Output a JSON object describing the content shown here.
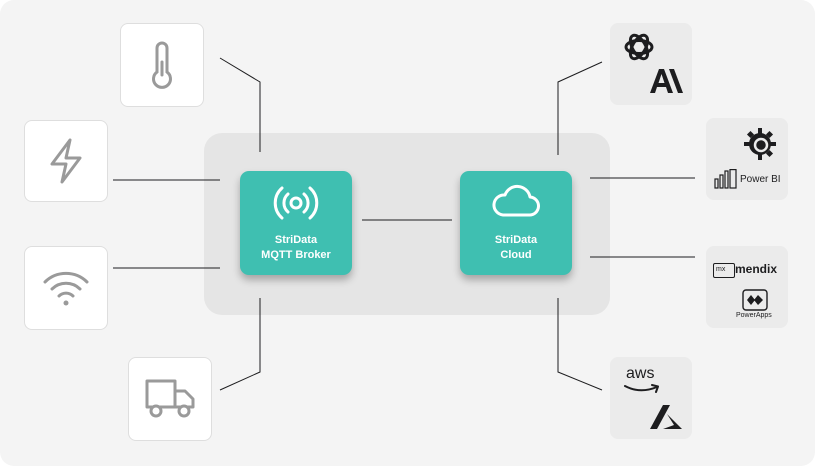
{
  "nodes": {
    "broker": {
      "line1": "StriData",
      "line2": "MQTT Broker"
    },
    "cloud": {
      "line1": "StriData",
      "line2": "Cloud"
    }
  },
  "devices": [
    {
      "icon": "thermometer-icon"
    },
    {
      "icon": "lightning-icon"
    },
    {
      "icon": "wifi-icon"
    },
    {
      "icon": "truck-icon"
    }
  ],
  "services": {
    "ai": {
      "icons": [
        "openai-logo",
        "anthropic-logo"
      ]
    },
    "analytics": {
      "icons": [
        "grafana-logo",
        "powerbi-logo"
      ],
      "powerbi_label": "Power BI"
    },
    "lowcode": {
      "icons": [
        "mendix-logo",
        "powerapps-logo"
      ],
      "mendix_badge": "mx",
      "mendix_label": "mendix",
      "powerapps_label": "PowerApps"
    },
    "cloud": {
      "icons": [
        "aws-logo",
        "azure-logo"
      ],
      "aws_label": "aws"
    }
  },
  "colors": {
    "node": "#3fbfb1",
    "platform": "#e5e5e5",
    "background": "#f4f4f4",
    "device_icon": "#9a9a9a",
    "lines": "#1d1d1f"
  }
}
